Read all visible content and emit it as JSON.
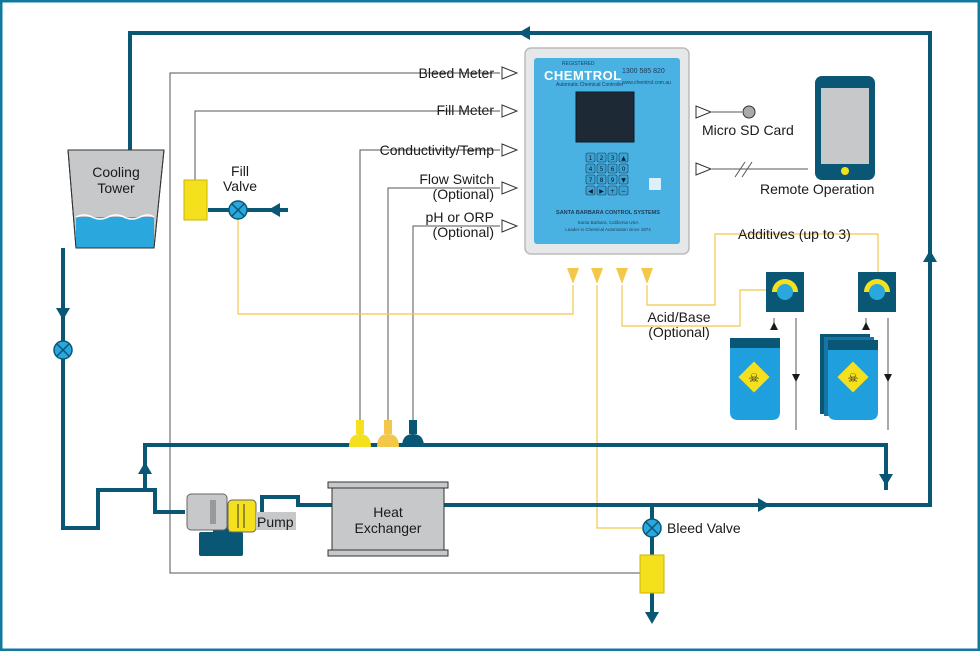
{
  "title": "",
  "colors": {
    "pipe": "#0a5775",
    "frame": "#117a9c",
    "signal": "#f3c84a",
    "controller": "#4ab2e3",
    "sensor_yellow": "#f5e01e",
    "tank_water": "#2aa7dd",
    "additive": "#1f9fdd"
  },
  "components": {
    "cooling_tower": "Cooling\nTower",
    "heat_exchanger": "Heat\nExchanger",
    "pump": "Pump",
    "fill_valve": "Fill\nValve",
    "bleed_valve": "Bleed Valve"
  },
  "inputs": [
    {
      "label": "Bleed Meter"
    },
    {
      "label": "Fill Meter"
    },
    {
      "label": "Conductivity/Temp"
    },
    {
      "label": "Flow Switch\n(Optional)"
    },
    {
      "label": "pH or ORP\n(Optional)"
    }
  ],
  "outputs": {
    "micro_sd": "Micro SD Card",
    "remote": "Remote Operation",
    "additives": "Additives (up to 3)",
    "acid_base": "Acid/Base\n(Optional)"
  },
  "controller": {
    "brand": "CHEMTROL",
    "brand_super": "REGISTERED",
    "tagline": "Automatic Chemical Controller",
    "phone": "1300 585 820",
    "website": "www.chemtrol.com.au",
    "maker": "SANTA BARBARA CONTROL SYSTEMS",
    "address_line1": "Santa Barbara, California USA",
    "address_line2": "Leader in Chemical Automation since 1974",
    "keys": [
      "1",
      "2",
      "3",
      "▲",
      "4",
      "5",
      "6",
      "0",
      "7",
      "8",
      "9",
      "▼",
      "◀",
      "▶",
      "+",
      "−"
    ]
  }
}
